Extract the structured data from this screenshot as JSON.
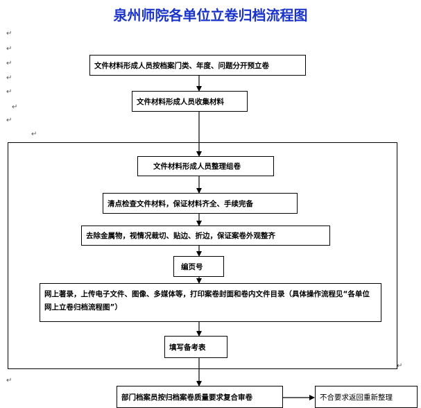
{
  "title": "泉州师院各单位立卷归档流程图",
  "paragraph_mark": "↵",
  "steps": [
    {
      "label": "文件材料形成人员按档案门类、年度、问题分开预立卷"
    },
    {
      "label": "文件材料形成人员收集材料"
    },
    {
      "label": "文件材料形成人员整理组卷"
    },
    {
      "label": "清点检查文件材料，保证材料齐全、手续完备"
    },
    {
      "label": "去除金属物，视情况裁切、贴边、折边，保证案卷外观整齐"
    },
    {
      "label": "编页号"
    },
    {
      "label": "网上著录，上传电子文件、图像、多媒体等，打印案卷封面和卷内文件目录（具体操作流程见“各单位网上立卷归档流程图”）"
    },
    {
      "label": "填写备考表"
    },
    {
      "label": "部门档案员按归档案卷质量要求复合审卷"
    }
  ],
  "reject": {
    "label": "不合要求返回重新整理"
  }
}
